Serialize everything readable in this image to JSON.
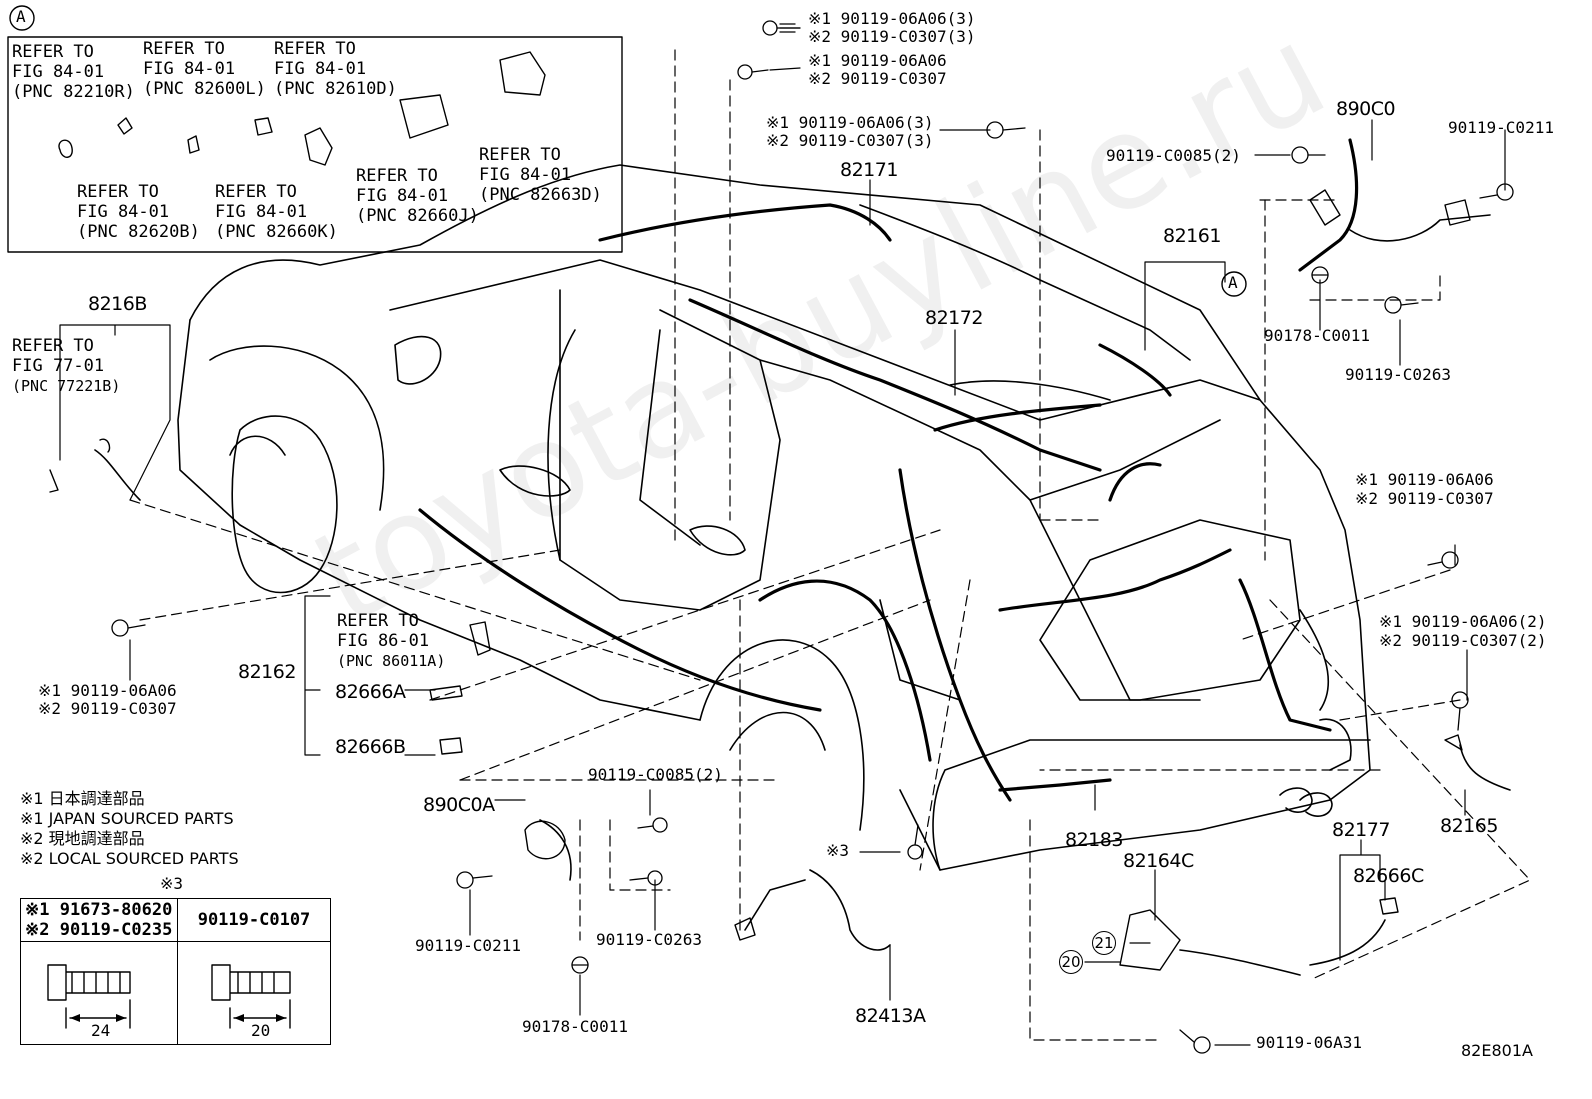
{
  "watermark": "toyota-buyline.ru",
  "diagram_id": "82E801A",
  "callout_a": "A",
  "inset_refs": [
    {
      "l1": "REFER TO",
      "l2": "FIG 84-01",
      "l3": "(PNC 82210R)"
    },
    {
      "l1": "REFER TO",
      "l2": "FIG 84-01",
      "l3": "(PNC 82600L)"
    },
    {
      "l1": "REFER TO",
      "l2": "FIG 84-01",
      "l3": "(PNC 82610D)"
    },
    {
      "l1": "REFER TO",
      "l2": "FIG 84-01",
      "l3": "(PNC 82620B)"
    },
    {
      "l1": "REFER TO",
      "l2": "FIG 84-01",
      "l3": "(PNC 82660K)"
    },
    {
      "l1": "REFER TO",
      "l2": "FIG 84-01",
      "l3": "(PNC 82660J)"
    },
    {
      "l1": "REFER TO",
      "l2": "FIG 84-01",
      "l3": "(PNC 82663D)"
    }
  ],
  "refs": {
    "fig77": {
      "l1": "REFER TO",
      "l2": "FIG 77-01",
      "l3": "(PNC 77221B)"
    },
    "fig86": {
      "l1": "REFER TO",
      "l2": "FIG 86-01",
      "l3": "(PNC 86011A)"
    }
  },
  "parts": {
    "p8216B": "8216B",
    "p82171": "82171",
    "p82172": "82172",
    "p82161": "82161",
    "p890C0": "890C0",
    "p82162": "82162",
    "p82666A": "82666A",
    "p82666B": "82666B",
    "p890C0A": "890C0A",
    "p82183": "82183",
    "p82177": "82177",
    "p82164C": "82164C",
    "p82666C": "82666C",
    "p82165": "82165",
    "p82413A": "82413A"
  },
  "fasteners": {
    "f_top1a": "※1 90119-06A06(3)",
    "f_top1b": "※2 90119-C0307(3)",
    "f_top2a": "※1 90119-06A06",
    "f_top2b": "※2 90119-C0307",
    "f_top3a": "※1 90119-06A06(3)",
    "f_top3b": "※2 90119-C0307(3)",
    "f_c0085_2": "90119-C0085(2)",
    "f_c0211_r": "90119-C0211",
    "f_c0011_r": "90178-C0011",
    "f_c0263_r": "90119-C0263",
    "f_right1a": "※1 90119-06A06",
    "f_right1b": "※2 90119-C0307",
    "f_right2a": "※1 90119-06A06(2)",
    "f_right2b": "※2 90119-C0307(2)",
    "f_left1a": "※1 90119-06A06",
    "f_left1b": "※2 90119-C0307",
    "f_c0085_2b": "90119-C0085(2)",
    "f_c0211_l": "90119-C0211",
    "f_c0263_l": "90119-C0263",
    "f_c0011_l": "90178-C0011",
    "f_star3": "※3",
    "f_06a31": "90119-06A31"
  },
  "notes": [
    "※1 日本調達部品",
    "※1 JAPAN SOURCED PARTS",
    "※2 現地調達部品",
    "※2 LOCAL SOURCED PARTS"
  ],
  "bolt_table": {
    "title": "※3",
    "col1_l1": "※1 91673-80620",
    "col1_l2": "※2 90119-C0235",
    "col2": "90119-C0107",
    "dim1": "24",
    "dim2": "20"
  },
  "circle_refs": [
    "21",
    "20"
  ]
}
